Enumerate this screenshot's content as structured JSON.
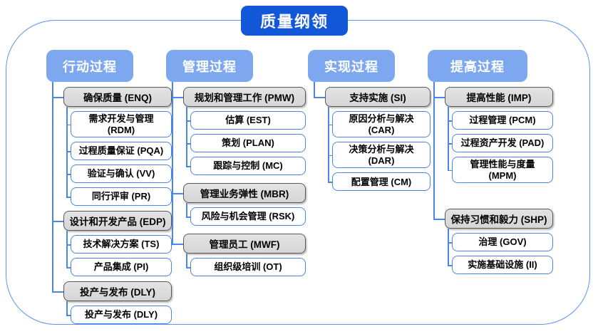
{
  "title": "质量纲领",
  "colors": {
    "title_bg": "#1257D8",
    "column_header_bg": "#7DA8F0",
    "connector_line": "#4A86E8",
    "group_box_fill": "#DBDBDB",
    "group_box_border": "#595959",
    "frame_border": "#5B94EE"
  },
  "columns": [
    {
      "header": "行动过程",
      "groups": [
        {
          "label": "确保质量 (ENQ)",
          "children": [
            "需求开发与管理 (RDM)",
            "过程质量保证 (PQA)",
            "验证与确认 (VV)",
            "同行评审 (PR)"
          ]
        },
        {
          "label": "设计和开发产品 (EDP)",
          "children": [
            "技术解决方案 (TS)",
            "产品集成 (PI)"
          ]
        },
        {
          "label": "投产与发布 (DLY)",
          "children": [
            "投产与发布 (DLY)"
          ]
        }
      ]
    },
    {
      "header": "管理过程",
      "groups": [
        {
          "label": "规划和管理工作 (PMW)",
          "children": [
            "估算 (EST)",
            "策划 (PLAN)",
            "跟踪与控制 (MC)"
          ]
        },
        {
          "label": "管理业务弹性 (MBR)",
          "children": [
            "风险与机会管理 (RSK)"
          ]
        },
        {
          "label": "管理员工 (MWF)",
          "children": [
            "组织级培训 (OT)"
          ]
        }
      ]
    },
    {
      "header": "实现过程",
      "groups": [
        {
          "label": "支持实施 (SI)",
          "children": [
            "原因分析与解决 (CAR)",
            "决策分析与解决 (DAR)",
            "配置管理 (CM)"
          ]
        }
      ]
    },
    {
      "header": "提高过程",
      "groups": [
        {
          "label": "提高性能 (IMP)",
          "children": [
            "过程管理 (PCM)",
            "过程资产开发 (PAD)",
            "管理性能与度量 (MPM)"
          ]
        },
        {
          "label": "保持习惯和毅力 (SHP)",
          "children": [
            "治理 (GOV)",
            "实施基础设施 (II)"
          ]
        }
      ]
    }
  ]
}
